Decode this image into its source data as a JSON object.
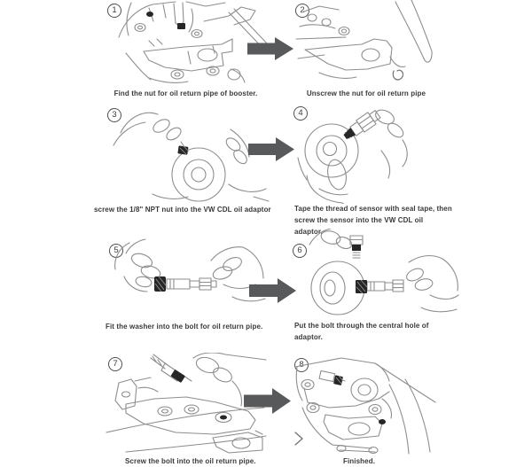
{
  "arrow_color": "#58595a",
  "steps": [
    {
      "number": "1",
      "caption": "Find the nut for oil return pipe of booster.",
      "illustration": "engine-booster-area"
    },
    {
      "number": "2",
      "caption": "Unscrew the nut for oil return pipe",
      "illustration": "hand-unscrewing-nut"
    },
    {
      "number": "3",
      "caption": "screw the 1/8\" NPT nut into the VW CDL oil adaptor",
      "illustration": "screwing-npt-nut-into-adaptor"
    },
    {
      "number": "4",
      "caption": "Tape the thread of sensor with seal tape, then screw the sensor into the VW CDL oil adaptor.",
      "illustration": "screwing-sensor-into-adaptor"
    },
    {
      "number": "5",
      "caption": "Fit the washer into the bolt for oil return pipe.",
      "illustration": "fitting-washer-on-bolt"
    },
    {
      "number": "6",
      "caption": "Put the bolt through the central hole of adaptor.",
      "illustration": "bolt-through-adaptor-hole"
    },
    {
      "number": "7",
      "caption": "Screw the bolt into the oil return pipe.",
      "illustration": "screwing-bolt-into-oil-return-pipe"
    },
    {
      "number": "8",
      "caption": "Finished.",
      "illustration": "finished-installation"
    }
  ]
}
